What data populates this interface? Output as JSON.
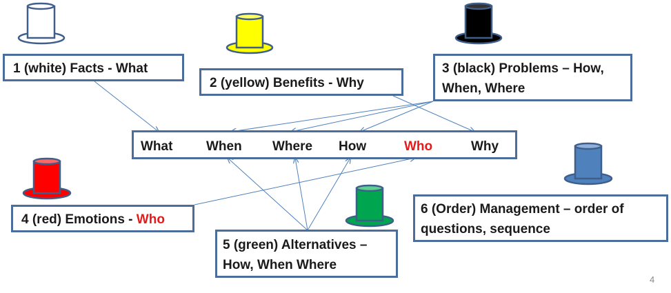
{
  "hats": [
    {
      "id": "white",
      "fill": "#ffffff",
      "stroke": "#3f5f8a"
    },
    {
      "id": "yellow",
      "fill": "#ffff00",
      "stroke": "#3f5f8a"
    },
    {
      "id": "black",
      "fill": "#000000",
      "stroke": "#3f5f8a"
    },
    {
      "id": "red",
      "fill": "#ff0000",
      "stroke": "#3f5f8a"
    },
    {
      "id": "green",
      "fill": "#00a550",
      "stroke": "#3f5f8a"
    },
    {
      "id": "blue",
      "fill": "#4f81bd",
      "stroke": "#3f5f8a"
    }
  ],
  "colors": {
    "box_border": "#4a6d9c",
    "arrow": "#4f81bd",
    "highlight": "#e51a1a"
  },
  "boxes": {
    "white": {
      "line1": "1 (white) Facts - What"
    },
    "yellow": {
      "line1": "2 (yellow) Benefits - Why"
    },
    "black": {
      "line1": "3 (black) Problems – How,",
      "line2": "When, Where"
    },
    "red": {
      "prefix": "4 (red) Emotions - ",
      "highlight": "Who"
    },
    "green": {
      "line1": "5 (green) Alternatives –",
      "line2": "How, When Where"
    },
    "order": {
      "line1": "6 (Order) Management – order of",
      "line2": "questions, sequence"
    }
  },
  "questions": [
    "What",
    "When",
    "Where",
    "How",
    "Who",
    "Why"
  ],
  "page_number": "4"
}
